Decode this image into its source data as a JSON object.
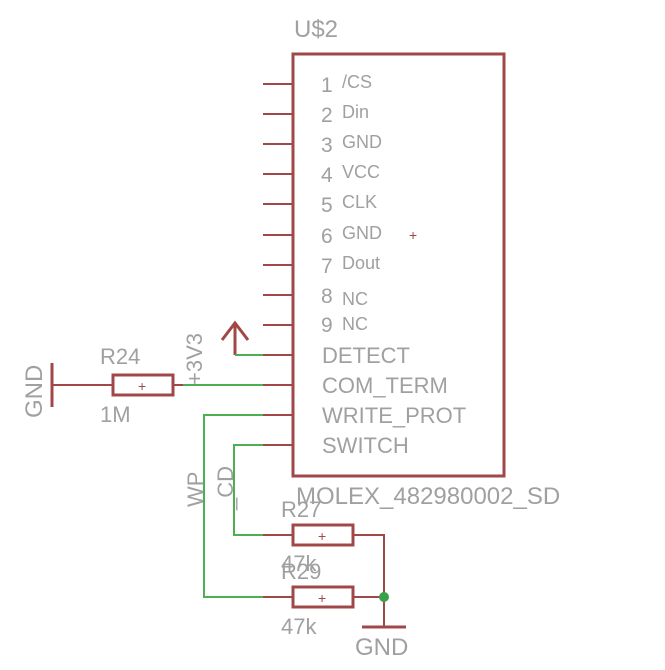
{
  "part": {
    "name": "U$2",
    "value": "MOLEX_482980002_SD",
    "pins": [
      {
        "num": "1",
        "label": "/CS"
      },
      {
        "num": "2",
        "label": "Din"
      },
      {
        "num": "3",
        "label": "GND"
      },
      {
        "num": "4",
        "label": "VCC"
      },
      {
        "num": "5",
        "label": "CLK"
      },
      {
        "num": "6",
        "label": "GND"
      },
      {
        "num": "7",
        "label": "Dout"
      },
      {
        "num": "8",
        "label": "NC"
      },
      {
        "num": "9",
        "label": "NC"
      },
      {
        "num": "",
        "label": "DETECT"
      },
      {
        "num": "",
        "label": "COM_TERM"
      },
      {
        "num": "",
        "label": "WRITE_PROT"
      },
      {
        "num": "",
        "label": "SWITCH"
      }
    ]
  },
  "resistors": [
    {
      "name": "R24",
      "value": "1M"
    },
    {
      "name": "R27",
      "value": "47k"
    },
    {
      "name": "R29",
      "value": "47k"
    }
  ],
  "nets": {
    "gnd_left": "GND",
    "supply": "+3V3",
    "wp": "WP",
    "cd": "_CD",
    "gnd_bottom": "GND"
  },
  "colors": {
    "symbol": "#a04848",
    "wire": "#4caf50",
    "text": "#a0a0a0"
  }
}
